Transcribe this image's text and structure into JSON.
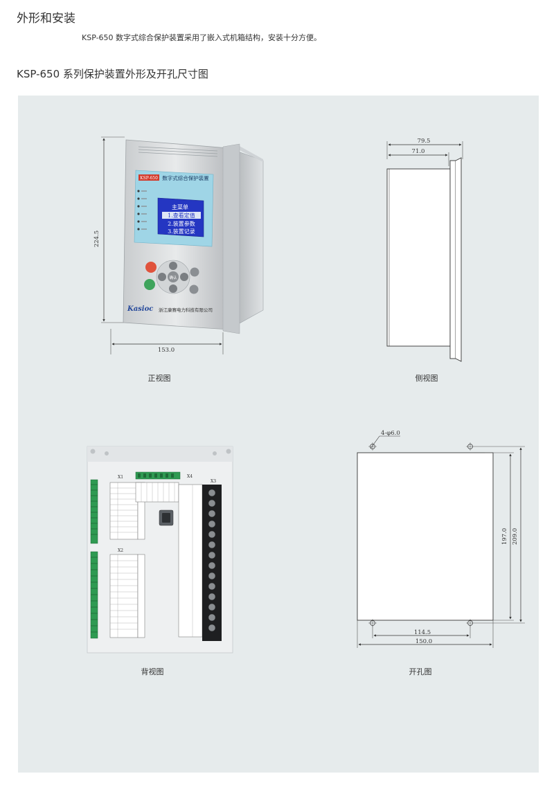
{
  "page": {
    "heading": "外形和安装",
    "intro": "KSP-650 数字式综合保护装置采用了嵌入式机箱结构，安装十分方便。",
    "figure_title": "KSP-650 系列保护装置外形及开孔尺寸图"
  },
  "front_view": {
    "caption": "正视图",
    "height_dim": "224.5",
    "width_dim": "153.0",
    "model_tag": "KSP-650",
    "screen_title": "数字式综合保护装置",
    "menu_title": "主菜单",
    "menu_items": [
      "1.查看定值",
      "2.装置参数",
      "3.装置记录"
    ],
    "brand": "Kasioc",
    "company": "浙江康赛电力科技有限公司",
    "ok_label": "确认"
  },
  "side_view": {
    "caption": "侧视图",
    "outer_dim": "79.5",
    "inner_dim": "71.0"
  },
  "back_view": {
    "caption": "背视图",
    "x1": "X1",
    "x2": "X2",
    "x3": "X3",
    "x4": "X4"
  },
  "cutout_view": {
    "caption": "开孔图",
    "hole_label": "4-φ6.0",
    "h1": "197.0",
    "h2": "209.0",
    "w1": "114.5",
    "w2": "150.0"
  }
}
